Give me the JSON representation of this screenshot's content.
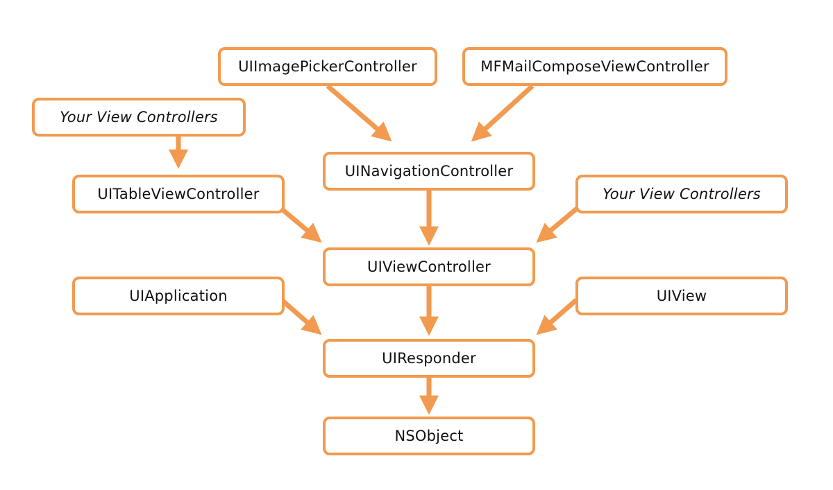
{
  "diagram": {
    "accent_color": "#f29a4f",
    "nodes": {
      "image_picker": "UIImagePickerController",
      "mail_compose": "MFMailComposeViewController",
      "your_vc_left": "Your View Controllers",
      "navigation": "UINavigationController",
      "table_view": "UITableViewController",
      "your_vc_right": "Your View Controllers",
      "view_controller": "UIViewController",
      "application": "UIApplication",
      "view": "UIView",
      "responder": "UIResponder",
      "nsobject": "NSObject"
    },
    "edges": [
      {
        "from": "UIImagePickerController",
        "to": "UINavigationController"
      },
      {
        "from": "MFMailComposeViewController",
        "to": "UINavigationController"
      },
      {
        "from": "Your View Controllers",
        "to": "UITableViewController"
      },
      {
        "from": "UINavigationController",
        "to": "UIViewController"
      },
      {
        "from": "UITableViewController",
        "to": "UIViewController"
      },
      {
        "from": "Your View Controllers",
        "to": "UIViewController"
      },
      {
        "from": "UIViewController",
        "to": "UIResponder"
      },
      {
        "from": "UIApplication",
        "to": "UIResponder"
      },
      {
        "from": "UIView",
        "to": "UIResponder"
      },
      {
        "from": "UIResponder",
        "to": "NSObject"
      }
    ]
  }
}
